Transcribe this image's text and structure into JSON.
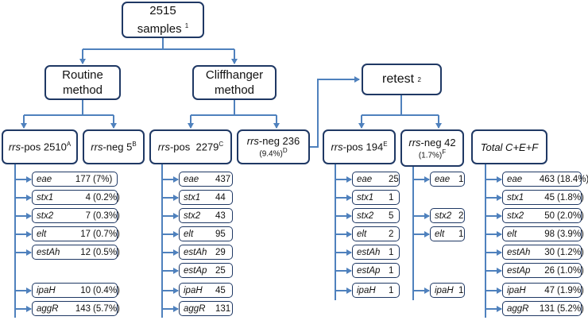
{
  "root": {
    "line1": "2515",
    "line2": "samples",
    "sup": "1"
  },
  "routine": {
    "line1": "Routine",
    "line2": "method"
  },
  "cliff": {
    "line1": "Cliffhanger",
    "line2": "method"
  },
  "retest": {
    "label": "retest",
    "sup": "2"
  },
  "nodes": {
    "rrs_pos_a": {
      "gene": "rrs",
      "rest": "-pos 2510",
      "sup": "A"
    },
    "rrs_neg_b": {
      "gene": "rrs",
      "rest": "-neg 5",
      "sup": "B"
    },
    "rrs_pos_c": {
      "gene": "rrs",
      "rest": "-pos  2279",
      "sup": "C"
    },
    "rrs_neg_d": {
      "gene": "rrs",
      "rest": "-neg 236",
      "line2": "(9.4%)",
      "sup": "D"
    },
    "rrs_pos_e": {
      "gene": "rrs",
      "rest": "-pos 194",
      "sup": "E"
    },
    "rrs_neg_f": {
      "gene": "rrs",
      "rest": "-neg 42",
      "line2": "(1.7%)",
      "sup": "F"
    },
    "total": {
      "label": "Total C+E+F"
    }
  },
  "routine_genes": [
    {
      "gene": "eae",
      "count": "177",
      "pct": "(7%)"
    },
    {
      "gene": "stx1",
      "count": "4",
      "pct": "(0.2%)"
    },
    {
      "gene": "stx2",
      "count": "7",
      "pct": "(0.3%)"
    },
    {
      "gene": "elt",
      "count": "17",
      "pct": "(0.7%)"
    },
    {
      "gene": "estAh",
      "count": "12",
      "pct": "(0.5%)"
    },
    {
      "gene": "ipaH",
      "count": "10",
      "pct": "(0.4%)"
    },
    {
      "gene": "aggR",
      "count": "143",
      "pct": "(5.7%)"
    }
  ],
  "cliff_genes": [
    {
      "gene": "eae",
      "count": "437"
    },
    {
      "gene": "stx1",
      "count": "44"
    },
    {
      "gene": "stx2",
      "count": "43"
    },
    {
      "gene": "elt",
      "count": "95"
    },
    {
      "gene": "estAh",
      "count": "29"
    },
    {
      "gene": "estAp",
      "count": "25"
    },
    {
      "gene": "ipaH",
      "count": "45"
    },
    {
      "gene": "aggR",
      "count": "131"
    }
  ],
  "retest_pos_genes": [
    {
      "gene": "eae",
      "count": "25"
    },
    {
      "gene": "stx1",
      "count": "1"
    },
    {
      "gene": "stx2",
      "count": "5"
    },
    {
      "gene": "elt",
      "count": "2"
    },
    {
      "gene": "estAh",
      "count": "1"
    },
    {
      "gene": "estAp",
      "count": "1"
    },
    {
      "gene": "ipaH",
      "count": "1"
    }
  ],
  "retest_neg_genes": [
    {
      "gene": "eae",
      "count": "1"
    },
    {
      "gene": "stx2",
      "count": "2"
    },
    {
      "gene": "elt",
      "count": "1"
    },
    {
      "gene": "ipaH",
      "count": "1"
    }
  ],
  "total_genes": [
    {
      "gene": "eae",
      "count": "463",
      "pct": "(18.4%)"
    },
    {
      "gene": "stx1",
      "count": "45",
      "pct": "(1.8%)"
    },
    {
      "gene": "stx2",
      "count": "50",
      "pct": "(2.0%)"
    },
    {
      "gene": "elt",
      "count": "98",
      "pct": "(3.9%)"
    },
    {
      "gene": "estAh",
      "count": "30",
      "pct": "(1.2%)"
    },
    {
      "gene": "estAp",
      "count": "26",
      "pct": "(1.0%)"
    },
    {
      "gene": "ipaH",
      "count": "47",
      "pct": "(1.9%)"
    },
    {
      "gene": "aggR",
      "count": "131",
      "pct": "(5.2%)"
    }
  ],
  "colors": {
    "connector": "#4f81bd",
    "border": "#1f3864"
  }
}
